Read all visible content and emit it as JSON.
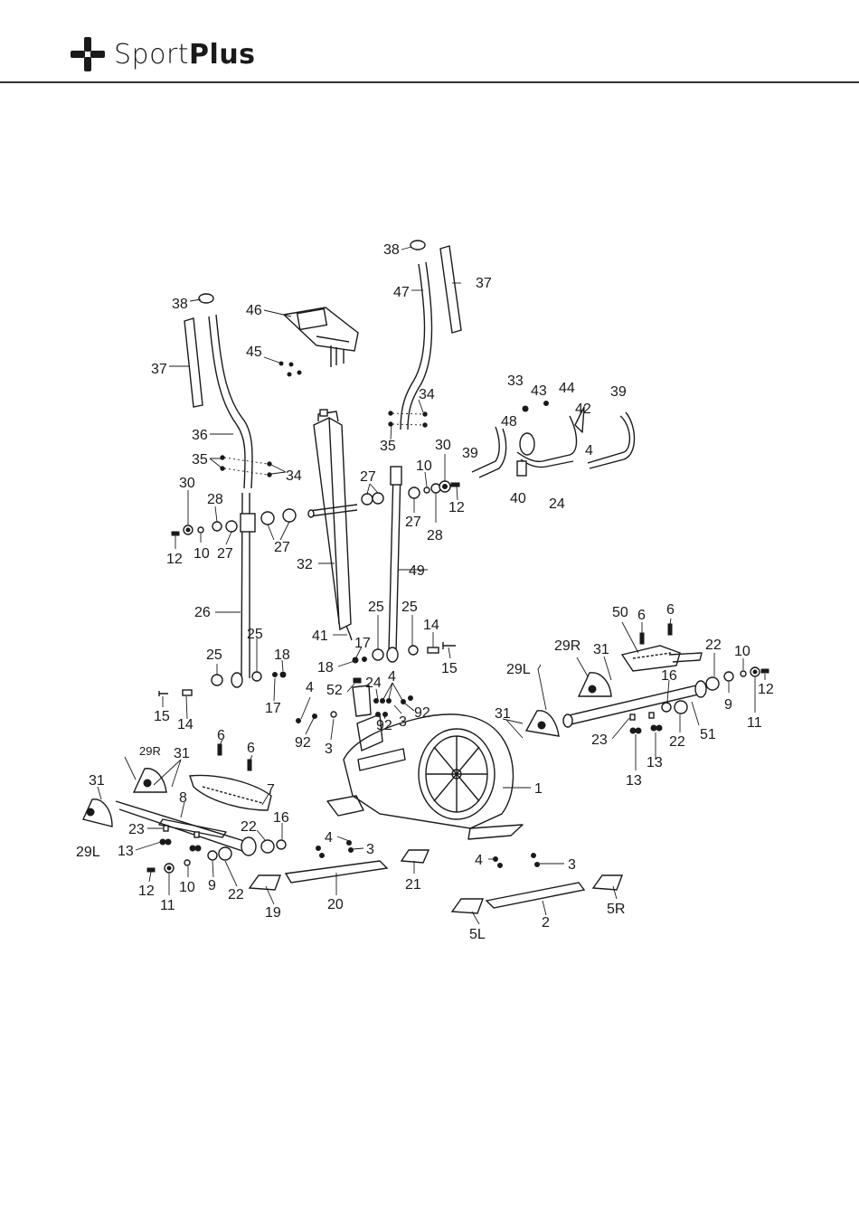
{
  "brand": {
    "name_light": "Sport",
    "name_bold": "Plus",
    "logo_icon": "cross-plus-icon"
  },
  "callouts": {
    "c38a": "38",
    "c38b": "38",
    "c37a": "37",
    "c37b": "37",
    "c46": "46",
    "c45": "45",
    "c47": "47",
    "c36": "36",
    "c35a": "35",
    "c35b": "35",
    "c34a": "34",
    "c34b": "34",
    "c33": "33",
    "c43": "43",
    "c44": "44",
    "c42": "42",
    "c39a": "39",
    "c39b": "39",
    "c48": "48",
    "c4a": "4",
    "c40": "40",
    "c24a": "24",
    "c30a": "30",
    "c30b": "30",
    "c28a": "28",
    "c28b": "28",
    "c27a": "27",
    "c27b": "27",
    "c27c": "27",
    "c27d": "27",
    "c10a": "10",
    "c10b": "10",
    "c10c": "10",
    "c10d": "10",
    "c12a": "12",
    "c12b": "12",
    "c12c": "12",
    "c12d": "12",
    "c32": "32",
    "c49": "49",
    "c26": "26",
    "c25a": "25",
    "c25b": "25",
    "c25c": "25",
    "c25d": "25",
    "c41": "41",
    "c17a": "17",
    "c17b": "17",
    "c18a": "18",
    "c18b": "18",
    "c14a": "14",
    "c14b": "14",
    "c15a": "15",
    "c15b": "15",
    "c50": "50",
    "c6a": "6",
    "c6b": "6",
    "c6c": "6",
    "c6d": "6",
    "c29Ra": "29R",
    "c29Rb": "29R",
    "c29La": "29L",
    "c29Lb": "29L",
    "c31a": "31",
    "c31b": "31",
    "c31c": "31",
    "c31d": "31",
    "c22a": "22",
    "c22b": "22",
    "c22c": "22",
    "c22d": "22",
    "c16a": "16",
    "c16b": "16",
    "c9a": "9",
    "c9b": "9",
    "c11a": "11",
    "c11b": "11",
    "c51": "51",
    "c23a": "23",
    "c23b": "23",
    "c13a": "13",
    "c13b": "13",
    "c13c": "13",
    "c52": "52",
    "c24b": "24",
    "c4b": "4",
    "c4c": "4",
    "c4d": "4",
    "c4e": "4",
    "c92a": "92",
    "c92b": "92",
    "c92c": "92",
    "c3a": "3",
    "c3b": "3",
    "c3c": "3",
    "c3d": "3",
    "c1": "1",
    "c7": "7",
    "c8": "8",
    "c19": "19",
    "c20": "20",
    "c21": "21",
    "c2": "2",
    "c5L": "5L",
    "c5R": "5R"
  }
}
